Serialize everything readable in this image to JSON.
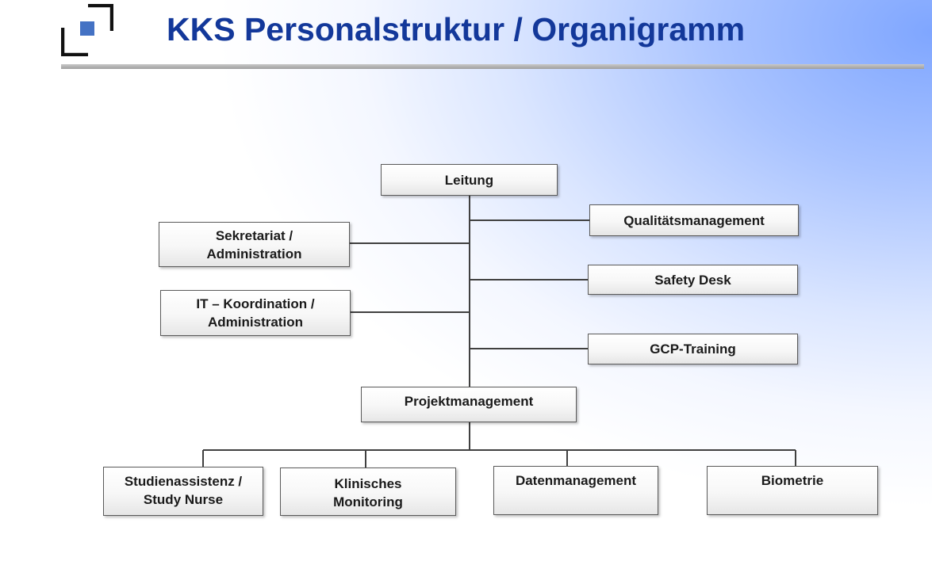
{
  "title": "KKS Personalstruktur / Organigramm",
  "colors": {
    "title": "#13389a",
    "logo_square": "#4472c4",
    "logo_frame": "#111111",
    "line": "#404040"
  },
  "nodes": {
    "leitung": "Leitung",
    "qualitaet": "Qualitätsmanagement",
    "sekretariat": "Sekretariat /\nAdministration",
    "safety": "Safety Desk",
    "it": "IT – Koordination /\nAdministration",
    "gcp": "GCP-Training",
    "projekt": "Projektmanagement",
    "studien": "Studienassistenz /\nStudy Nurse",
    "klinisch": "Klinisches\nMonitoring",
    "daten": "Datenmanagement",
    "biometrie": "Biometrie"
  }
}
